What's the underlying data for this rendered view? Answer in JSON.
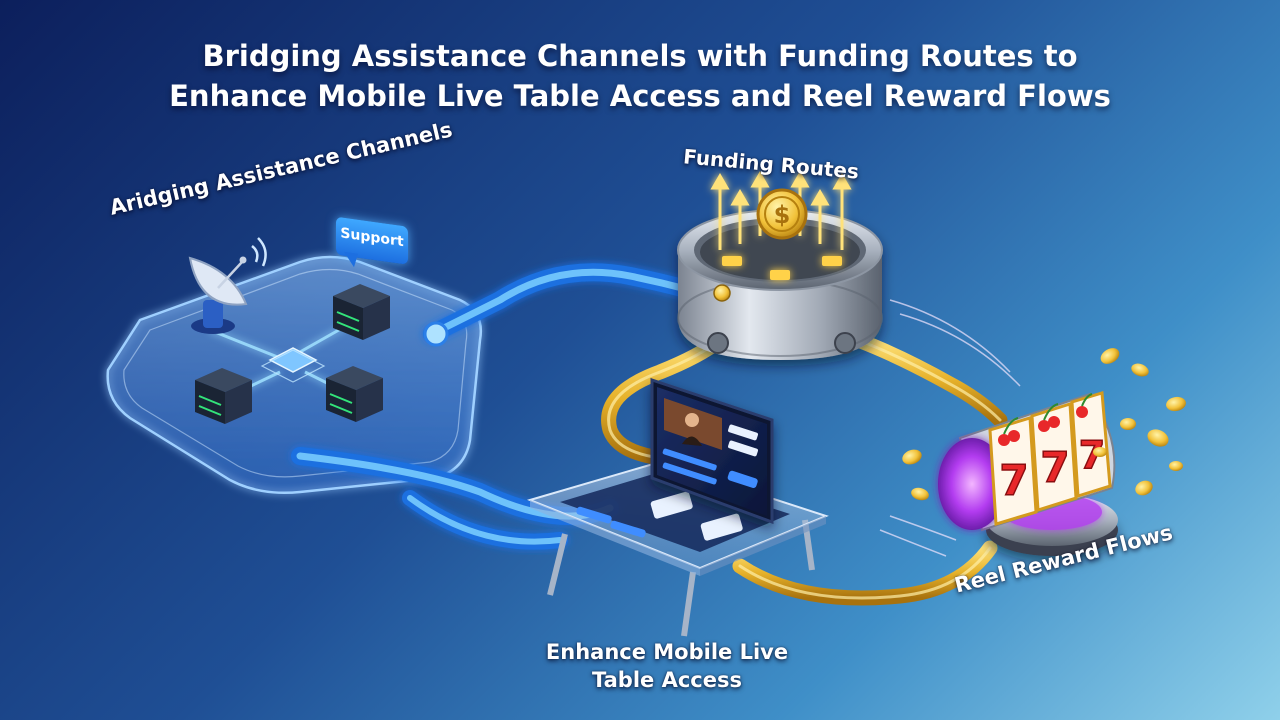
{
  "title": {
    "line1": "Bridging Assistance Channels with Funding Routes to",
    "line2": "Enhance Mobile Live Table Access and Reel Reward Flows"
  },
  "nodes": {
    "assistance": {
      "label": "Aridging Assistance Channels",
      "bubble": "Support"
    },
    "funding": {
      "label": "Funding Routes",
      "coin_symbol": "$"
    },
    "mobile": {
      "label": "Enhance Mobile Live Table Access"
    },
    "reel": {
      "label": "Reel Reward Flows",
      "reel_symbols": [
        "7",
        "7",
        "7"
      ]
    }
  },
  "colors": {
    "background_dark": "#0c1f5c",
    "background_light": "#8fd0ea",
    "blue_pipe": "#3fa8ff",
    "gold_pipe": "#e6b12a",
    "coin": "#f2c23a",
    "slot_purple": "#8a2be2",
    "seven_red": "#e8282a"
  },
  "icons": [
    "satellite-dish-icon",
    "server-rack-icon",
    "chat-bubble-icon",
    "dollar-coin-icon",
    "cherry-icon",
    "slot-machine-icon",
    "tablet-icon"
  ]
}
